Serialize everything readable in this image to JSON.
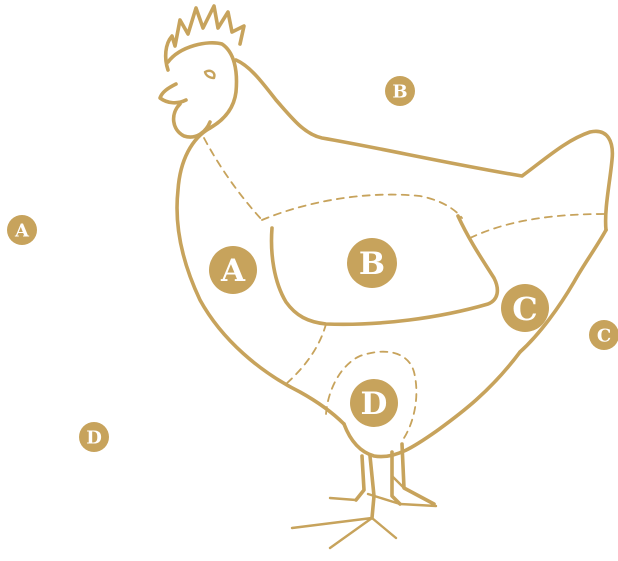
{
  "colors": {
    "gold": "#c7a35c",
    "badge_text": "#ffffff",
    "background": "#ffffff"
  },
  "badges": {
    "body": [
      "A",
      "B",
      "C",
      "D"
    ],
    "legend": [
      "A",
      "B",
      "C",
      "D"
    ]
  }
}
